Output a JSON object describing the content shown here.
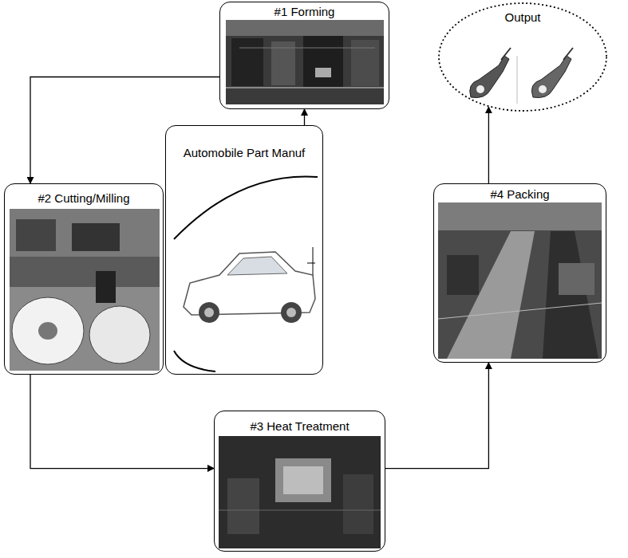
{
  "diagram": {
    "nodes": [
      {
        "text": [
          "#1 Forming"
        ]
      },
      {
        "text": [
          "Output"
        ]
      },
      {
        "text": [
          "#2 Cutting/Milling"
        ]
      },
      {
        "text": [
          "Automobile Part Manuf"
        ]
      },
      {
        "text": [
          "#4 Packing"
        ]
      },
      {
        "text": [
          "#3 Heat Treatment"
        ]
      }
    ],
    "edges": [
      {
        "from": 3,
        "to": 0,
        "arrow": "to"
      },
      {
        "from": 0,
        "to": 2,
        "arrow": "to"
      },
      {
        "from": 2,
        "to": 5,
        "arrow": "to"
      },
      {
        "from": 5,
        "to": 4,
        "arrow": "to"
      },
      {
        "from": 4,
        "to": 1,
        "arrow": "to"
      }
    ]
  }
}
